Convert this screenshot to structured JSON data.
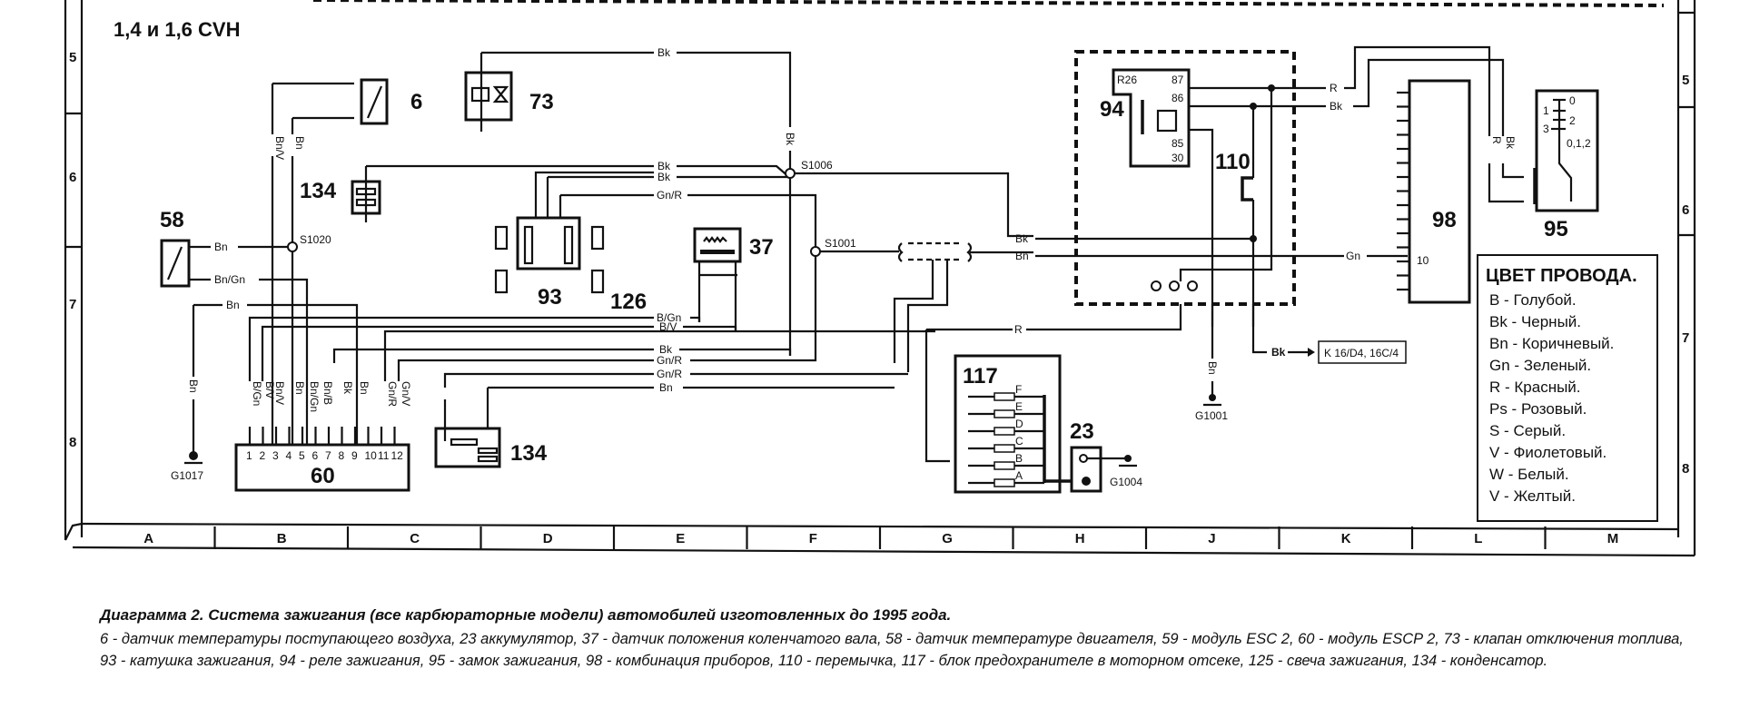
{
  "diagram": {
    "header": "1,4 и 1,6 CVH",
    "row_labels": [
      "5",
      "6",
      "7",
      "8"
    ],
    "column_labels": [
      "A",
      "B",
      "C",
      "D",
      "E",
      "F",
      "G",
      "H",
      "J",
      "K",
      "L",
      "M"
    ],
    "components": {
      "c6": "6",
      "c73": "73",
      "c134a": "134",
      "c134b": "134",
      "c58": "58",
      "c93": "93",
      "c126": "126",
      "c37": "37",
      "c60": "60",
      "c94": "94",
      "c110": "110",
      "c98": "98",
      "c95": "95",
      "c117": "117",
      "c23": "23"
    },
    "relay": {
      "code": "R26",
      "pins": [
        "87",
        "86",
        "85",
        "30"
      ]
    },
    "module60_pins": [
      "1",
      "2",
      "3",
      "4",
      "5",
      "6",
      "7",
      "8",
      "9",
      "10",
      "11",
      "12"
    ],
    "module60_wires": [
      "B/Gn",
      "B/V",
      "Bn/V",
      "Bn",
      "Bn/Gn",
      "Bn/B",
      "Bk",
      "Bn",
      "Gn/R",
      "Gn/V"
    ],
    "splices": {
      "s1020": "S1020",
      "s1006": "S1006",
      "s1001": "S1001"
    },
    "grounds": {
      "g1017": "G1017",
      "g1001": "G1001",
      "g1004": "G1004"
    },
    "wire_labels": {
      "bk_top": "Bk",
      "bk_v": "Bk",
      "bn_6": "Bn",
      "bnv_6": "Bn/V",
      "bn_58": "Bn",
      "bngn_58": "Bn/Gn",
      "bn_row7": "Bn",
      "bn_g1017": "Bn",
      "bk_134": "Bk",
      "bk_93": "Bk",
      "gnr_93": "Gn/R",
      "bgn_37": "B/Gn",
      "bv_37": "B/V",
      "bk_low": "Bk",
      "gnr_low1": "Gn/R",
      "gnr_low2": "Gn/R",
      "bn_low": "Bn",
      "bk_94": "Bk",
      "bn_94": "Bn",
      "r_mid": "R",
      "r_87": "R",
      "bk_86": "Bk",
      "gn_98": "Gn",
      "pin98_10": "10",
      "bn_g1001": "Bn",
      "bk_ref": "Bk",
      "r_117": "R",
      "bk_95": "Bk",
      "r_95": "R"
    },
    "ref_box": "K 16/D4, 16C/4",
    "fuses": [
      "F",
      "E",
      "D",
      "C",
      "B",
      "A"
    ],
    "switch95": {
      "p0": "0",
      "p1": "1",
      "p2": "2",
      "p3": "3",
      "p012": "0,1,2"
    }
  },
  "legend": {
    "title": "ЦВЕТ ПРОВОДА.",
    "items": [
      "B - Голубой.",
      "Bk - Черный.",
      "Bn - Коричневый.",
      "Gn - Зеленый.",
      "R - Красный.",
      "Ps - Розовый.",
      "S - Серый.",
      "V - Фиолетовый.",
      "W - Белый.",
      "V - Желтый."
    ]
  },
  "caption": {
    "title": "Диаграмма 2. Система зажигания (все карбюраторные модели) автомобилей изготовленных до 1995 года.",
    "body": "6 - датчик температуры поступающего воздуха, 23 аккумулятор, 37 - датчик положения коленчатого вала, 58 - датчик температуре двигателя, 59 - модуль ESC 2, 60 - модуль ESCP 2, 73 - клапан отключения топлива, 93 - катушка зажигания, 94 - реле зажигания, 95 - замок зажигания, 98 - комбинация приборов, 110 - перемычка, 117 - блок предохранителе в моторном отсеке, 125 - свеча зажигания, 134 - конденсатор."
  }
}
